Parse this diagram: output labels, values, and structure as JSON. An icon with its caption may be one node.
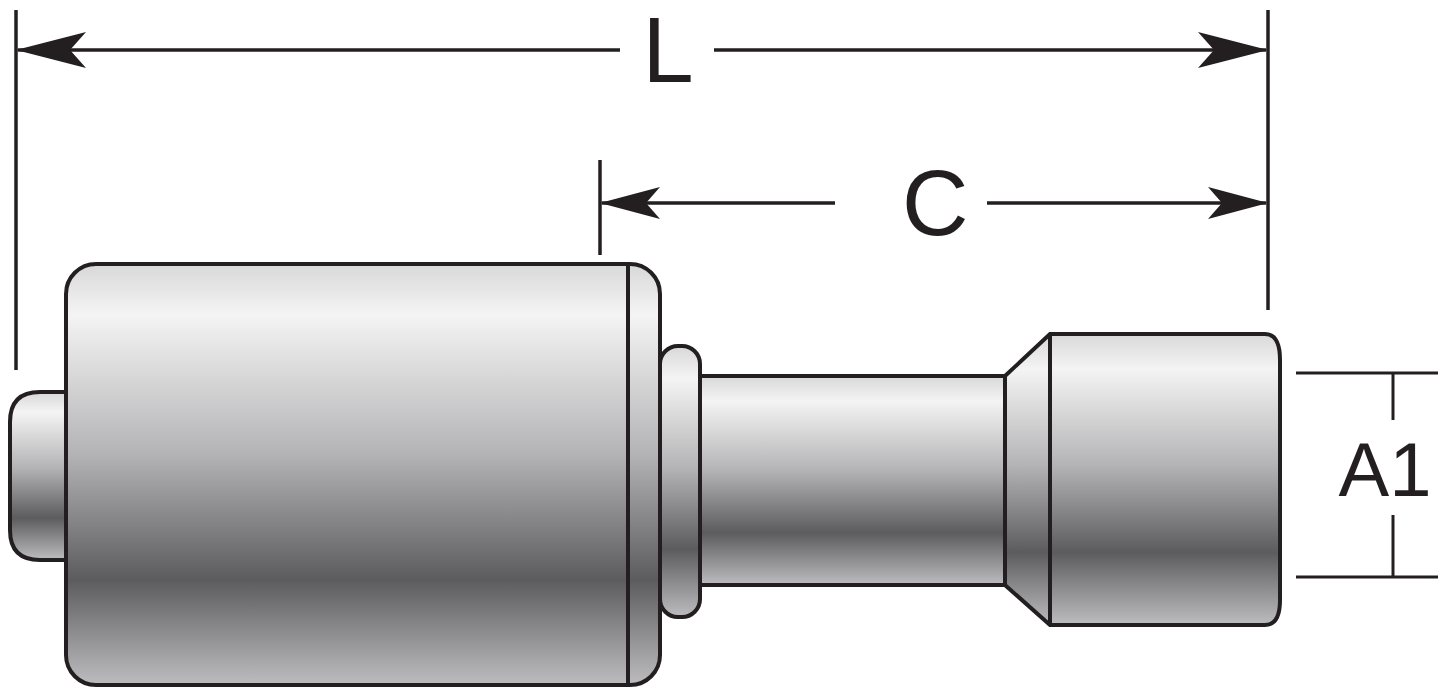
{
  "diagram": {
    "labels": [
      "L",
      "C",
      "A1"
    ]
  }
}
